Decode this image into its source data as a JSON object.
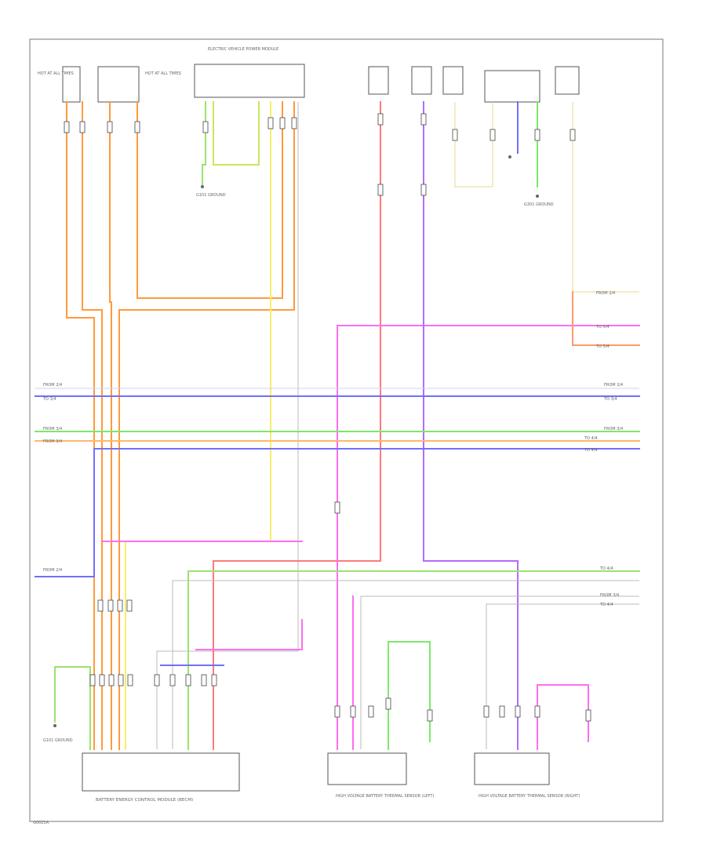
{
  "diagram": {
    "page_code": "G0021A",
    "modules": {
      "top_left_a": "HOT AT ALL TIMES",
      "top_left_b": "HOT AT ALL TIMES",
      "top_center": "ELECTRIC VEHICLE POWER MODULE",
      "battery_module": "BATTERY ENERGY CONTROL MODULE (BECM)",
      "hvac_left": "HIGH VOLTAGE BATTERY THERMAL SENSOR (LEFT)",
      "hvac_right": "HIGH VOLTAGE BATTERY THERMAL SENSOR (RIGHT)"
    },
    "grounds": {
      "g_top": "G101 GROUND",
      "g_left": "G101 GROUND",
      "g_right": "G301 GROUND"
    },
    "right_labels": [
      "FROM 2/4",
      "TO 5/4",
      "TO 5/4",
      "FROM 2/4",
      "TO 3/4",
      "FROM 3/4",
      "TO 4/4",
      "TO 4/4",
      "TO 4/4",
      "FROM 3/4",
      "TO 4/4"
    ],
    "left_labels": [
      "FROM 2/4",
      "TO 3/4",
      "FROM 3/4",
      "FROM 3/4",
      "FROM 2/4"
    ]
  }
}
